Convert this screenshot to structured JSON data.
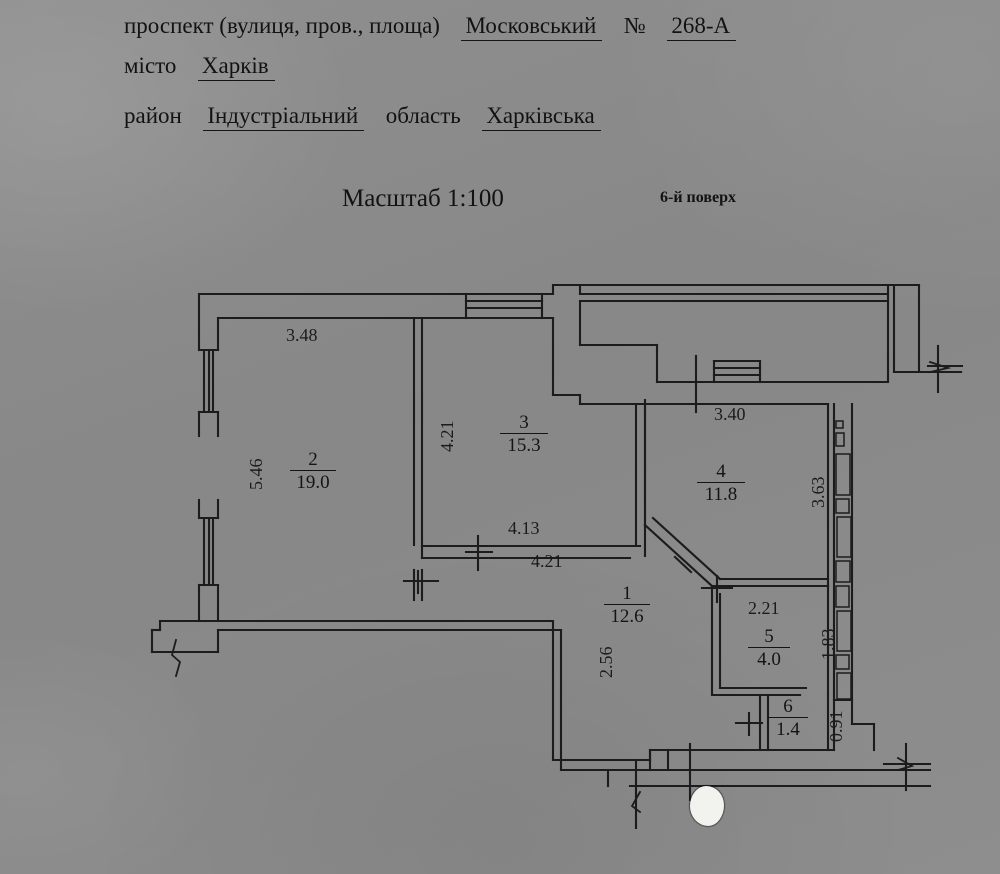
{
  "document": {
    "type": "apartment-floor-plan",
    "header": {
      "line1": {
        "label": "проспект (вулиця, пров., площа)",
        "street_value": "Московський",
        "number_label": "№",
        "number_value": "268-А"
      },
      "line2": {
        "label": "місто",
        "value": "Харків"
      },
      "line3": {
        "label_district": "район",
        "district_value": "Індустріальний",
        "label_region": "область",
        "region_value": "Харківська"
      },
      "scale": "Масштаб 1:100",
      "floor": "6-й поверх"
    }
  },
  "plan": {
    "rooms": [
      {
        "id": "room-1",
        "number": "1",
        "area": "12.6"
      },
      {
        "id": "room-2",
        "number": "2",
        "area": "19.0"
      },
      {
        "id": "room-3",
        "number": "3",
        "area": "15.3"
      },
      {
        "id": "room-4",
        "number": "4",
        "area": "11.8"
      },
      {
        "id": "room-5",
        "number": "5",
        "area": "4.0"
      },
      {
        "id": "room-6",
        "number": "6",
        "area": "1.4"
      }
    ],
    "dimensions": {
      "room2_width": "3.48",
      "room2_height": "5.46",
      "room3_height": "4.21",
      "room3_width_inner": "4.13",
      "room3_width_outer": "4.21",
      "room4_width": "3.40",
      "room4_height": "3.63",
      "room1_height": "2.56",
      "room5_width": "2.21",
      "room5_height": "1.83",
      "room6_height": "0.91"
    },
    "colors": {
      "paper": "#8a8a8a",
      "ink": "#141414",
      "blot": "#f2f2ee"
    }
  }
}
